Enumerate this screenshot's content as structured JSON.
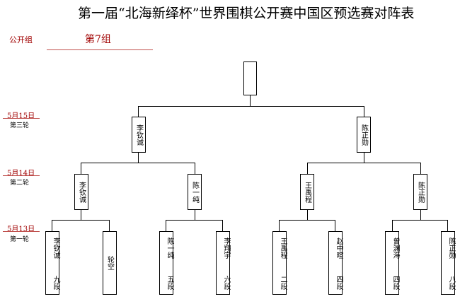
{
  "title": "第一届“北海新绎杯”世界围棋公开赛中国区预选赛对阵表",
  "group_label": "公开组",
  "group_name": "第7组",
  "rounds": [
    {
      "date": "5月15日",
      "round": "第三轮"
    },
    {
      "date": "5月14日",
      "round": "第二轮"
    },
    {
      "date": "5月13日",
      "round": "第一轮"
    }
  ],
  "final_winner": "",
  "round3": [
    {
      "name": "李钦诚"
    },
    {
      "name": "陈正勋"
    }
  ],
  "round2": [
    {
      "name": "李钦诚"
    },
    {
      "name": "陈一纯"
    },
    {
      "name": "王禹程"
    },
    {
      "name": "陈正勋"
    }
  ],
  "round1": [
    {
      "name": "李钦诚",
      "dan": "九段"
    },
    {
      "name": "轮空",
      "dan": ""
    },
    {
      "name": "陈一纯",
      "dan": "五段"
    },
    {
      "name": "李翔宇",
      "dan": "六段"
    },
    {
      "name": "王禹程",
      "dan": "二段"
    },
    {
      "name": "赵中暄",
      "dan": "四段"
    },
    {
      "name": "曾渊海",
      "dan": "四段"
    },
    {
      "name": "陈正勋",
      "dan": "八段"
    }
  ]
}
